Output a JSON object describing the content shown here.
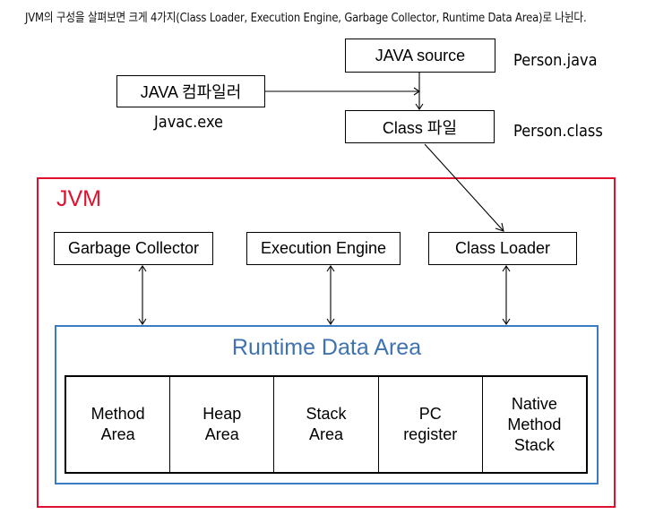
{
  "caption": "JVM의 구성을 살펴보면 크게 4가지(Class Loader, Execution Engine, Garbage Collector, Runtime Data Area)로 나뉜다.",
  "compile_flow": {
    "java_source": "JAVA source",
    "java_source_file": "Person.java",
    "compiler": "JAVA 컴파일러",
    "compiler_exe": "Javac.exe",
    "class_file": "Class 파일",
    "class_file_name": "Person.class"
  },
  "jvm": {
    "title": "JVM",
    "color": "#e0102e",
    "components": [
      {
        "label": "Garbage Collector"
      },
      {
        "label": "Execution Engine"
      },
      {
        "label": "Class Loader"
      }
    ],
    "runtime_data_area": {
      "title": "Runtime Data Area",
      "color": "#3f72b0",
      "areas": [
        {
          "label": "Method\nArea"
        },
        {
          "label": "Heap\nArea"
        },
        {
          "label": "Stack\nArea"
        },
        {
          "label": "PC\nregister"
        },
        {
          "label": "Native\nMethod\nStack"
        }
      ]
    }
  }
}
